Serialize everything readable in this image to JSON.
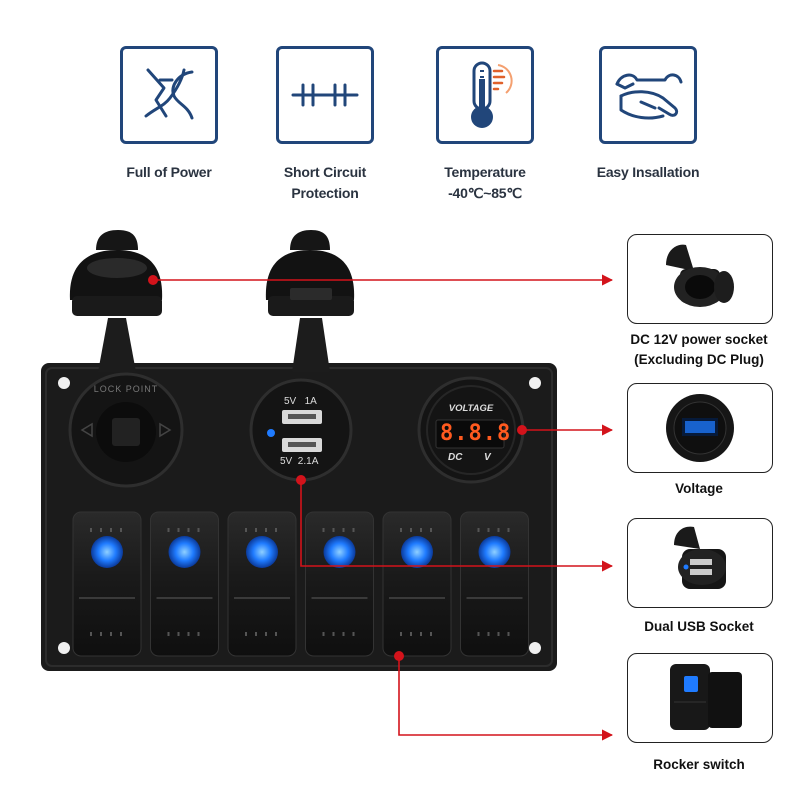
{
  "features": [
    {
      "icon": "power-icon",
      "line1": "Full of Power",
      "line2": ""
    },
    {
      "icon": "short-circuit-icon",
      "line1": "Short Circuit",
      "line2": "Protection"
    },
    {
      "icon": "thermometer-icon",
      "line1": "Temperature",
      "line2": "-40℃~85℃"
    },
    {
      "icon": "wrench-hand-icon",
      "line1": "Easy Insallation",
      "line2": ""
    }
  ],
  "panel": {
    "lock_text": "LOCK POINT",
    "usb_top": "5V   1A",
    "usb_bottom": "5V  2.1A",
    "voltmeter_title": "VOLTAGE",
    "voltmeter_reading": "8.8.8",
    "voltmeter_dc": "DC",
    "voltmeter_v": "V",
    "switch_count": 6
  },
  "callouts": [
    {
      "line1": "DC 12V power socket",
      "line2": "(Excluding DC Plug)"
    },
    {
      "line1": "Voltage",
      "line2": ""
    },
    {
      "line1": "Dual USB Socket",
      "line2": ""
    },
    {
      "line1": "Rocker switch",
      "line2": ""
    }
  ],
  "colors": {
    "accent": "#21467a",
    "arrow": "#d3131b",
    "led": "#1f7bff",
    "panel": "#1b1b1b",
    "digits": "#ff5a1f"
  }
}
